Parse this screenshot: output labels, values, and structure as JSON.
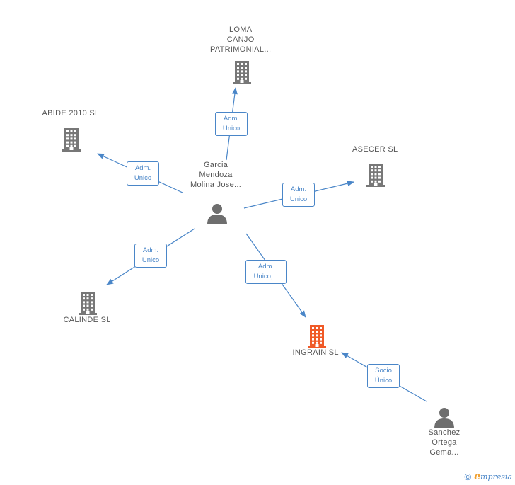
{
  "colors": {
    "edge": "#4a86c8",
    "company_icon": "#777777",
    "company_icon_highlight": "#f05a28",
    "person_icon": "#6e6e6e",
    "label_text": "#555555"
  },
  "nodes": {
    "loma": {
      "label_lines": [
        "LOMA",
        "CANJO",
        "PATRIMONIAL..."
      ],
      "icon": "building-icon"
    },
    "abide": {
      "label_lines": [
        "ABIDE 2010 SL"
      ],
      "icon": "building-icon"
    },
    "asecer": {
      "label_lines": [
        "ASECER SL"
      ],
      "icon": "building-icon"
    },
    "calinde": {
      "label_lines": [
        "CALINDE SL"
      ],
      "icon": "building-icon"
    },
    "ingrain": {
      "label_lines": [
        "INGRAIN SL"
      ],
      "icon": "building-icon",
      "highlighted": true
    },
    "garcia": {
      "label_lines": [
        "Garcia",
        "Mendoza",
        "Molina Jose..."
      ],
      "icon": "person-icon"
    },
    "sanchez": {
      "label_lines": [
        "Sanchez",
        "Ortega",
        "Gema..."
      ],
      "icon": "person-icon"
    }
  },
  "edges": [
    {
      "from": "garcia",
      "to": "loma",
      "label_lines": [
        "Adm.",
        "Unico"
      ]
    },
    {
      "from": "garcia",
      "to": "abide",
      "label_lines": [
        "Adm.",
        "Unico"
      ]
    },
    {
      "from": "garcia",
      "to": "asecer",
      "label_lines": [
        "Adm.",
        "Unico"
      ]
    },
    {
      "from": "garcia",
      "to": "calinde",
      "label_lines": [
        "Adm.",
        "Unico"
      ]
    },
    {
      "from": "garcia",
      "to": "ingrain",
      "label_lines": [
        "Adm.",
        "Unico,..."
      ]
    },
    {
      "from": "sanchez",
      "to": "ingrain",
      "label_lines": [
        "Socio",
        "Único"
      ]
    }
  ],
  "footer": {
    "copyright_symbol": "©",
    "brand_initial": "e",
    "brand_rest": "mpresia"
  }
}
